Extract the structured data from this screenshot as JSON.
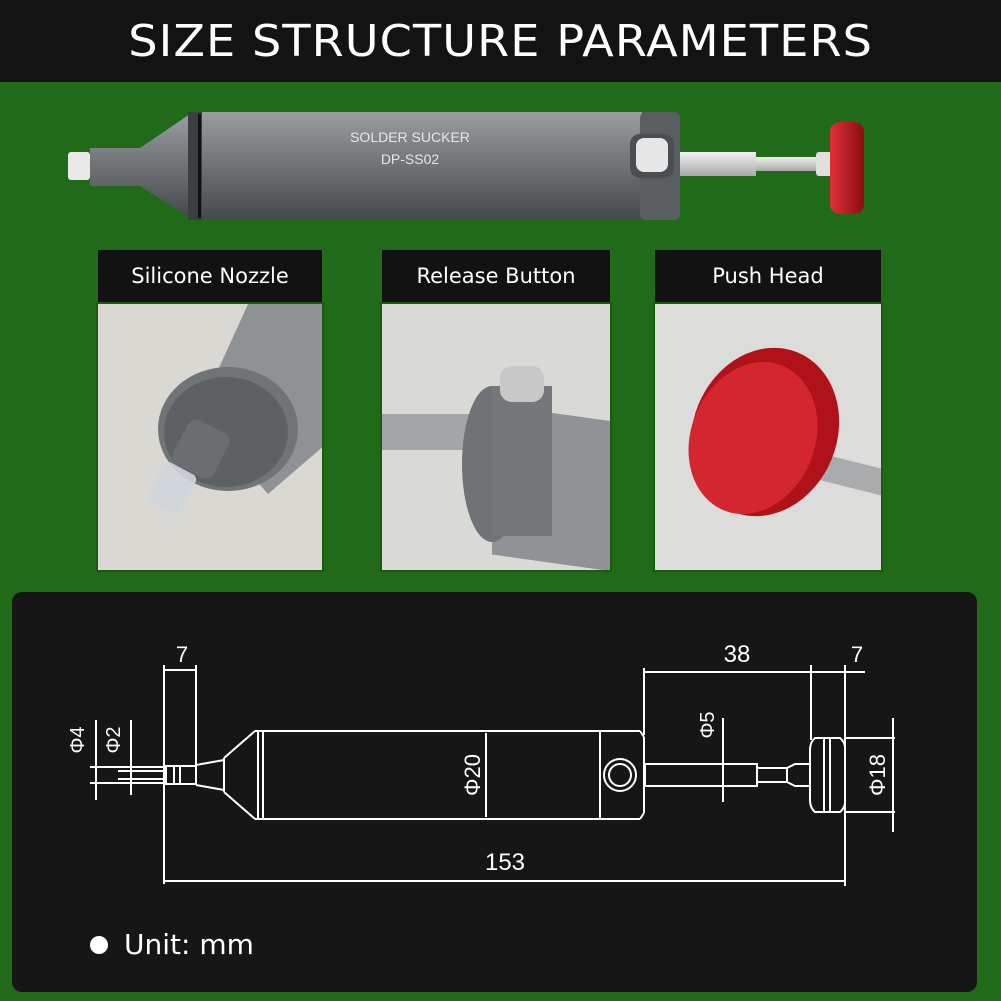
{
  "header": {
    "title": "SIZE STRUCTURE PARAMETERS"
  },
  "hero": {
    "product_label_line1": "SOLDER SUCKER",
    "product_label_line2": "DP-SS02"
  },
  "panels": [
    {
      "label": "Silicone Nozzle",
      "icon": "nozzle-photo"
    },
    {
      "label": "Release Button",
      "icon": "release-button-photo"
    },
    {
      "label": "Push Head",
      "icon": "push-head-photo"
    }
  ],
  "drawing": {
    "dimensions": {
      "nozzle_length": "7",
      "outer_tip_diameter": "Φ4",
      "inner_tip_diameter": "Φ2",
      "body_diameter": "Φ20",
      "rod_diameter": "Φ5",
      "rod_length": "38",
      "head_length": "7",
      "head_diameter": "Φ18",
      "total_length": "153"
    }
  },
  "footer": {
    "unit_label": "Unit: mm"
  },
  "colors": {
    "background_green": "#216a19",
    "header_black": "#131313",
    "panel_black": "#161616",
    "body_gray": "#6e7275",
    "push_head_red": "#c0141c",
    "line_white": "#ffffff"
  }
}
